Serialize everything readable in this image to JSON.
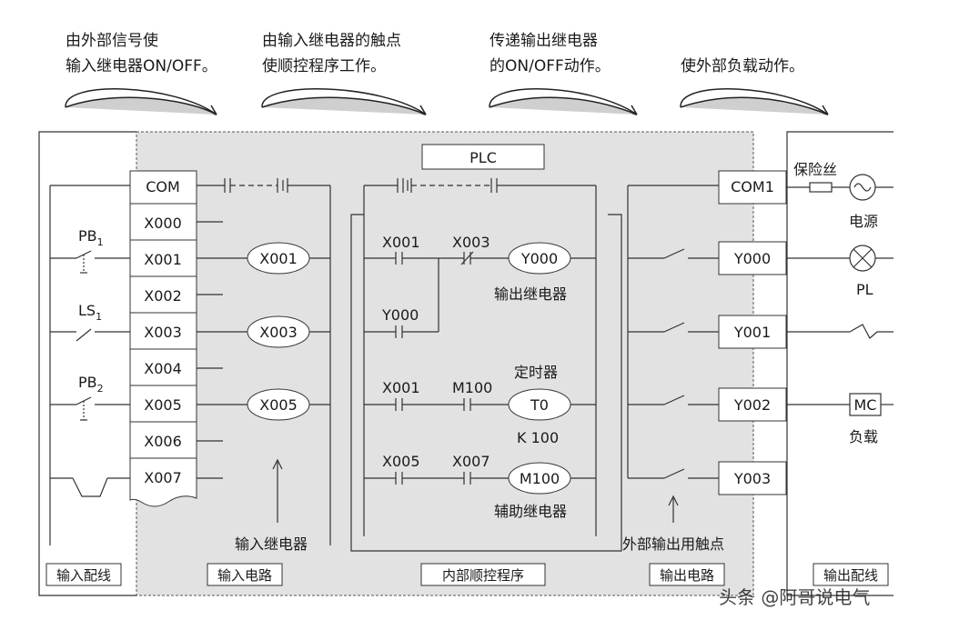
{
  "captions": {
    "c1": [
      "由外部信号使",
      "输入继电器ON/OFF。"
    ],
    "c2": [
      "由输入继电器的触点",
      "使顺控程序工作。"
    ],
    "c3": [
      "传递输出继电器",
      "的ON/OFF动作。"
    ],
    "c4": [
      "使外部负载动作。"
    ]
  },
  "plc_title": "PLC",
  "inputs": [
    "COM",
    "X000",
    "X001",
    "X002",
    "X003",
    "X004",
    "X005",
    "X006",
    "X007"
  ],
  "switches": {
    "pb1": "PB",
    "pb1_sub": "1",
    "ls1": "LS",
    "ls1_sub": "1",
    "pb2": "PB",
    "pb2_sub": "2"
  },
  "input_coils": [
    "X001",
    "X003",
    "X005"
  ],
  "ladder": {
    "r1_c1": "X001",
    "r1_c2": "X003",
    "r1_coil": "Y000",
    "r1_note": "输出继电器",
    "r2_c1": "Y000",
    "timer_title": "定时器",
    "r3_c1": "X001",
    "r3_c2": "M100",
    "r3_coil": "T0",
    "r3_k": "K  100",
    "r4_c1": "X005",
    "r4_c2": "X007",
    "r4_coil": "M100",
    "r4_note": "辅助继电器"
  },
  "outputs": [
    "COM1",
    "Y000",
    "Y001",
    "Y002",
    "Y003"
  ],
  "loads": {
    "fuse": "保险丝",
    "power": "电源",
    "lamp": "PL",
    "mc": "MC",
    "load": "负载"
  },
  "notes": {
    "input_relay": "输入继电器",
    "output_contact": "外部输出用触点"
  },
  "zones": {
    "input_wiring": "输入配线",
    "input_circuit": "输入电路",
    "internal_program": "内部顺控程序",
    "output_circuit": "输出电路",
    "output_wiring": "输出配线"
  },
  "watermark": "头条 @阿哥说电气"
}
